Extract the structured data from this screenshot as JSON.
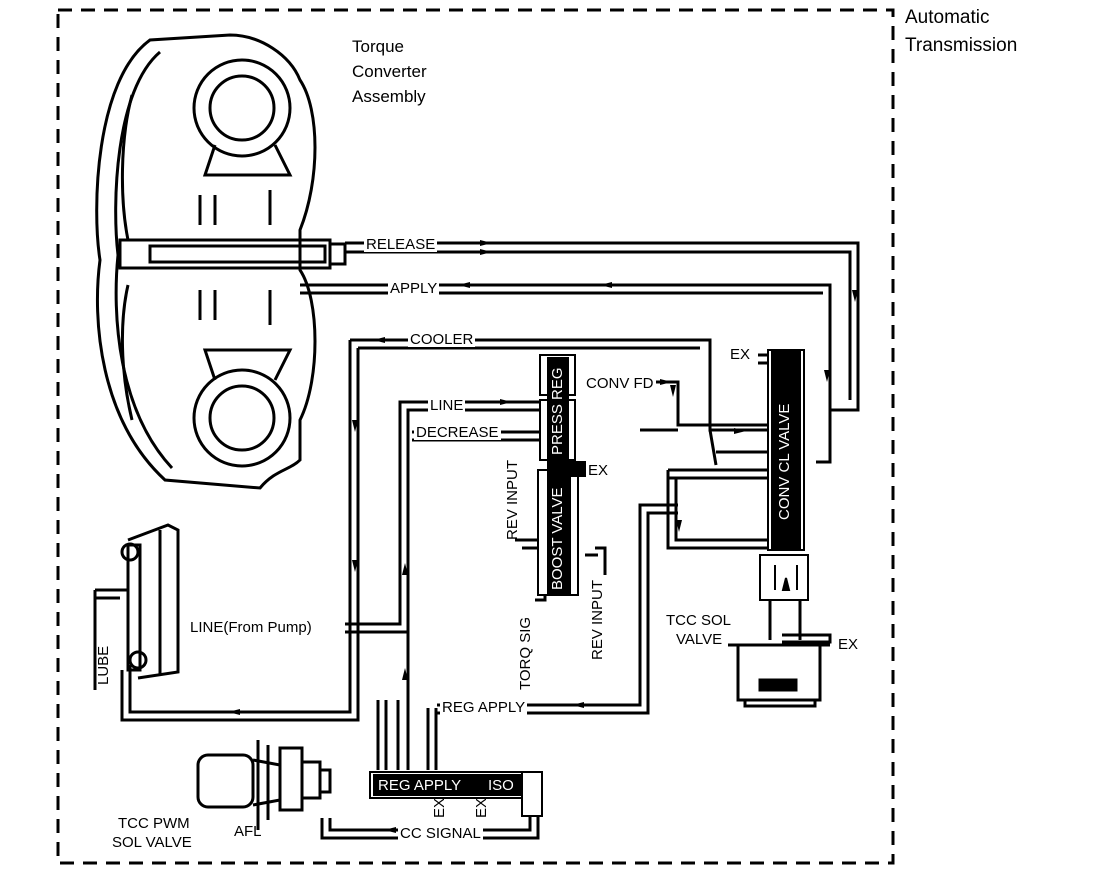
{
  "title": "Automatic\nTransmission",
  "title_line1": "Automatic",
  "title_line2": "Transmission",
  "torque_converter": {
    "line1": "Torque",
    "line2": "Converter",
    "line3": "Assembly"
  },
  "lines": {
    "release": "RELEASE",
    "apply": "APPLY",
    "cooler": "COOLER",
    "line": "LINE",
    "decrease": "DECREASE",
    "conv_fd": "CONV FD",
    "ex_pressreg": "EX",
    "ex_conv": "EX",
    "ex_tcc": "EX",
    "rev_input_left": "REV INPUT",
    "rev_input_right": "REV INPUT",
    "torq_sig": "TORQ SIG",
    "line_from_pump": "LINE(From Pump)",
    "lube": "LUBE",
    "reg_apply": "REG APPLY",
    "cc_signal": "CC SIGNAL",
    "afl": "AFL",
    "ex_regapply1": "EX",
    "ex_regapply2": "EX"
  },
  "valves": {
    "press_reg": "PRESS REG",
    "boost_valve": "BOOST VALVE",
    "conv_clutch": "CONV CL VALVE",
    "reg_apply_valve": "REG APPLY",
    "iso": "ISO",
    "tcc_sol_line1": "TCC SOL",
    "tcc_sol_line2": "VALVE",
    "tcc_pwm_line1": "TCC PWM",
    "tcc_pwm_line2": "SOL VALVE"
  },
  "colors": {
    "ink": "#000000",
    "background": "#ffffff"
  }
}
